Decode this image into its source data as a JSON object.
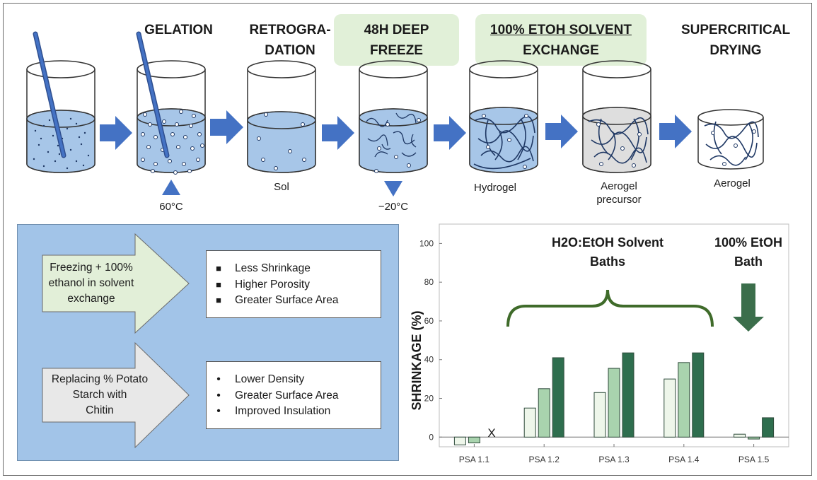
{
  "steps": {
    "gelation": "GELATION",
    "retrogradation_line1": "RETROGRA-",
    "retrogradation_line2": "DATION",
    "freeze_line1": "48H DEEP",
    "freeze_line2": "FREEZE",
    "exchange_line1": "100% ETOH SOLVENT",
    "exchange_line2": "EXCHANGE",
    "drying_line1": "SUPERCRITICAL",
    "drying_line2": "DRYING"
  },
  "beaker_labels": {
    "gel_temp": "60°C",
    "sol": "Sol",
    "freeze_temp": "−20°C",
    "hydrogel": "Hydrogel",
    "precursor_line1": "Aerogel",
    "precursor_line2": "precursor",
    "aerogel": "Aerogel"
  },
  "panel": {
    "cause1_lines": [
      "Freezing + 100%",
      "ethanol in solvent",
      "exchange"
    ],
    "effects1": [
      "Less Shrinkage",
      "Higher Porosity",
      "Greater Surface Area"
    ],
    "cause2_lines": [
      "Replacing % Potato",
      "Starch with",
      "Chitin"
    ],
    "effects2": [
      "Lower Density",
      "Greater Surface Area",
      "Improved Insulation"
    ],
    "bullet_square": "■",
    "bullet_dot": "•"
  },
  "colors": {
    "liquid": "#a7c6e8",
    "arrow_blue": "#4472c4",
    "panel_bg": "#a2c4e8",
    "highlight_green": "#e1f0d8",
    "cause1_fill": "#e2efd8",
    "cause2_fill": "#e8e8e8",
    "bar_light": "#eef6ea",
    "bar_mid": "#a9d3ae",
    "bar_dark": "#2e6e4e",
    "bracket": "#3f6b2a"
  },
  "chart_data": {
    "type": "bar",
    "categories": [
      "PSA 1.1",
      "PSA 1.2",
      "PSA 1.3",
      "PSA 1.4",
      "PSA 1.5"
    ],
    "series": [
      {
        "values": [
          -4,
          15,
          23,
          30,
          1.5
        ]
      },
      {
        "values": [
          -3,
          25,
          35.5,
          38.5,
          -1
        ]
      },
      {
        "values": [
          null,
          41,
          43.5,
          43.5,
          10
        ]
      }
    ],
    "ylim": [
      -5,
      110
    ],
    "yticks": [
      0,
      20,
      40,
      60,
      80,
      100
    ],
    "ylabel": "SHRINKAGE (%)",
    "missing_marker": "X",
    "annotation_solvent_line1": "H2O:EtOH Solvent",
    "annotation_solvent_line2": "Baths",
    "annotation_etoh_line1": "100% EtOH",
    "annotation_etoh_line2": "Bath",
    "grid": false
  }
}
